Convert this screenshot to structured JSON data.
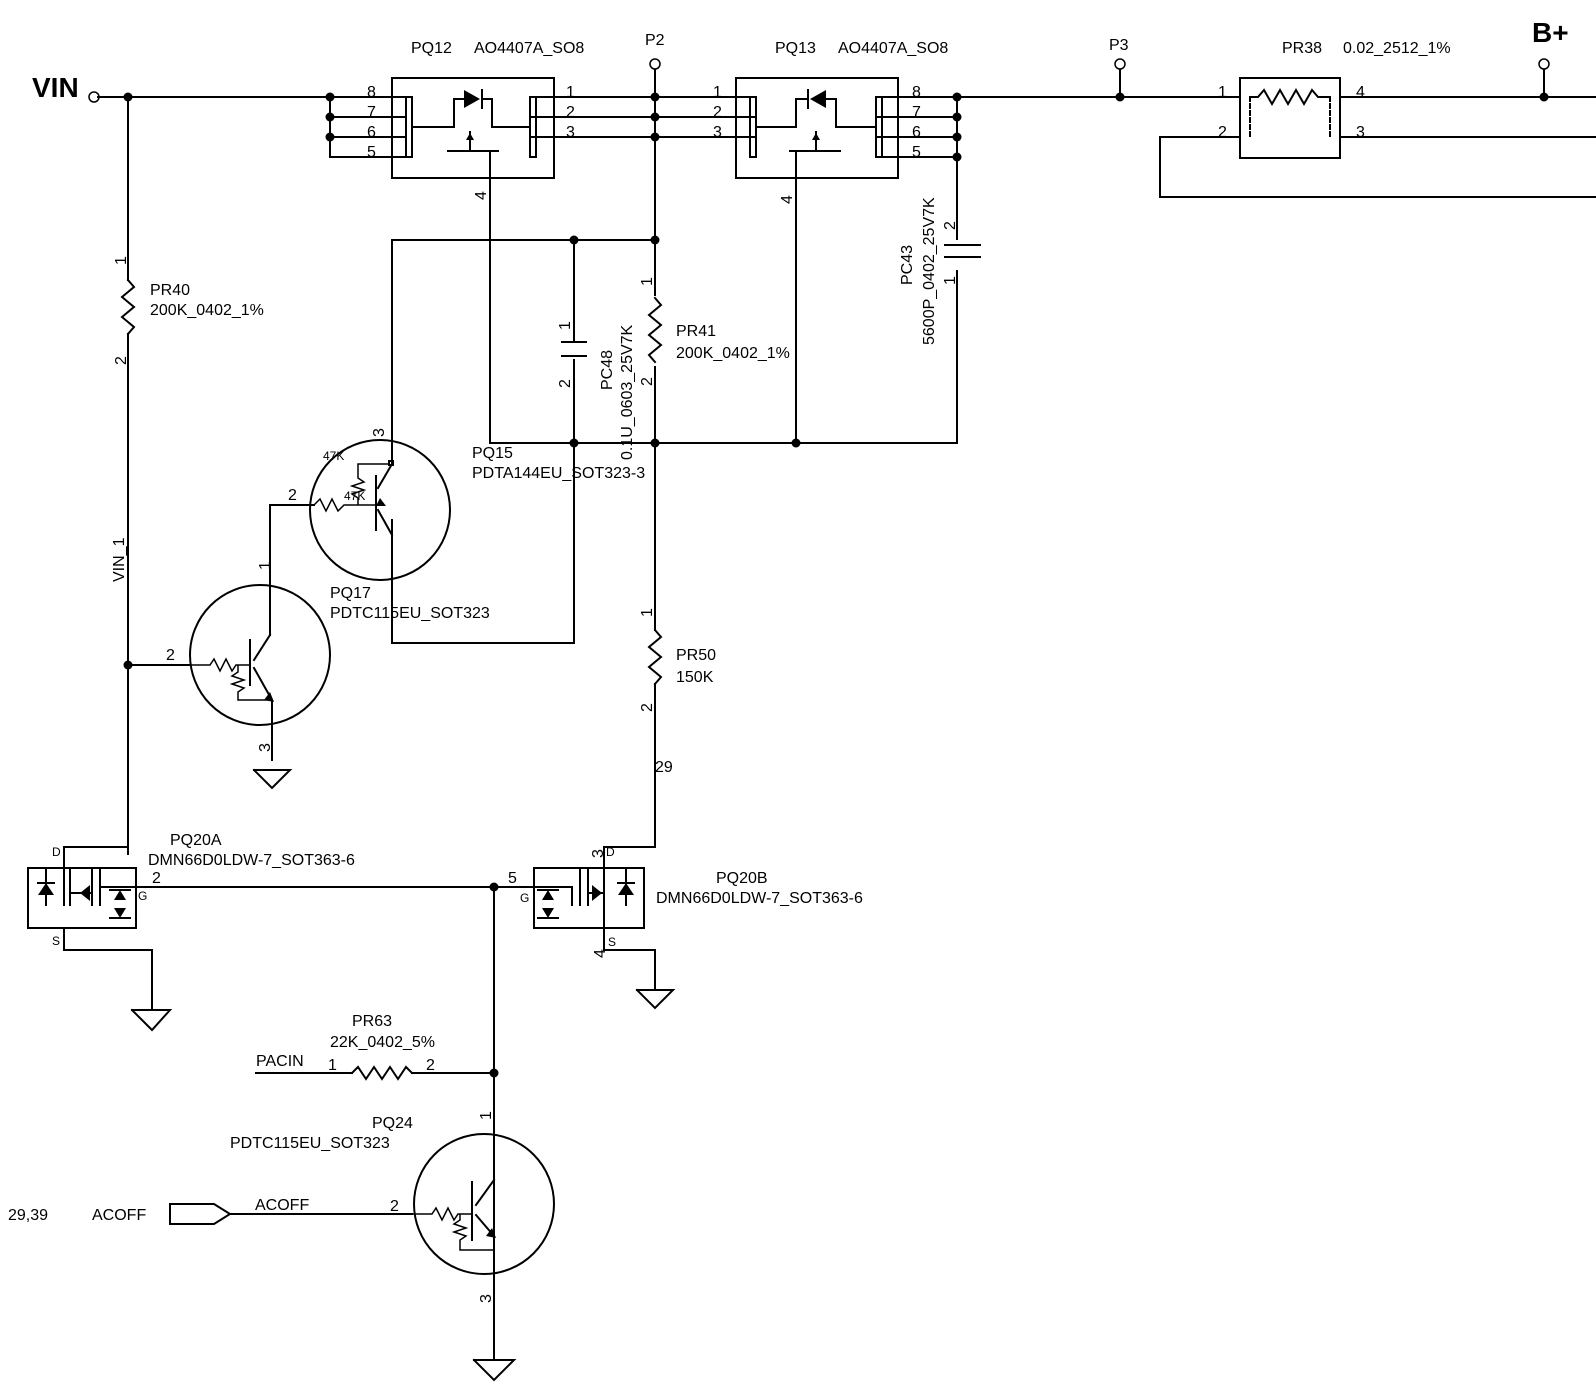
{
  "nets": {
    "vin": "VIN",
    "bplus": "B+",
    "p2": "P2",
    "p3": "P3",
    "vin1": "VIN_1",
    "pacin": "PACIN",
    "acoff_wire": "ACOFF",
    "acoff_port": "ACOFF",
    "acoff_ref": "29,39",
    "net29": "29"
  },
  "components": {
    "pq12": {
      "ref": "PQ12",
      "value": "AO4407A_SO8"
    },
    "pq13": {
      "ref": "PQ13",
      "value": "AO4407A_SO8"
    },
    "pr38": {
      "ref": "PR38",
      "value": "0.02_2512_1%"
    },
    "pr40": {
      "ref": "PR40",
      "value": "200K_0402_1%"
    },
    "pr41": {
      "ref": "PR41",
      "value": "200K_0402_1%"
    },
    "pc48": {
      "ref": "PC48",
      "value": "0.1U_0603_25V7K"
    },
    "pc43": {
      "ref": "PC43",
      "value": "5600P_0402_25V7K"
    },
    "pq15": {
      "ref": "PQ15",
      "value": "PDTA144EU_SOT323-3"
    },
    "pq17": {
      "ref": "PQ17",
      "value": "PDTC115EU_SOT323"
    },
    "pr50": {
      "ref": "PR50",
      "value": "150K"
    },
    "pq20a": {
      "ref": "PQ20A",
      "value": "DMN66D0LDW-7_SOT363-6"
    },
    "pq20b": {
      "ref": "PQ20B",
      "value": "DMN66D0LDW-7_SOT363-6"
    },
    "pr63": {
      "ref": "PR63",
      "value": "22K_0402_5%"
    },
    "pq24": {
      "ref": "PQ24",
      "value": "PDTC115EU_SOT323"
    }
  },
  "internal_labels": {
    "r47k_a": "47K",
    "r47k_b": "47K"
  },
  "pins": {
    "p1": "1",
    "p2": "2",
    "p3": "3",
    "p4": "4",
    "p5": "5",
    "p6": "6",
    "p7": "7",
    "p8": "8",
    "d": "D",
    "s": "S",
    "g": "G"
  }
}
